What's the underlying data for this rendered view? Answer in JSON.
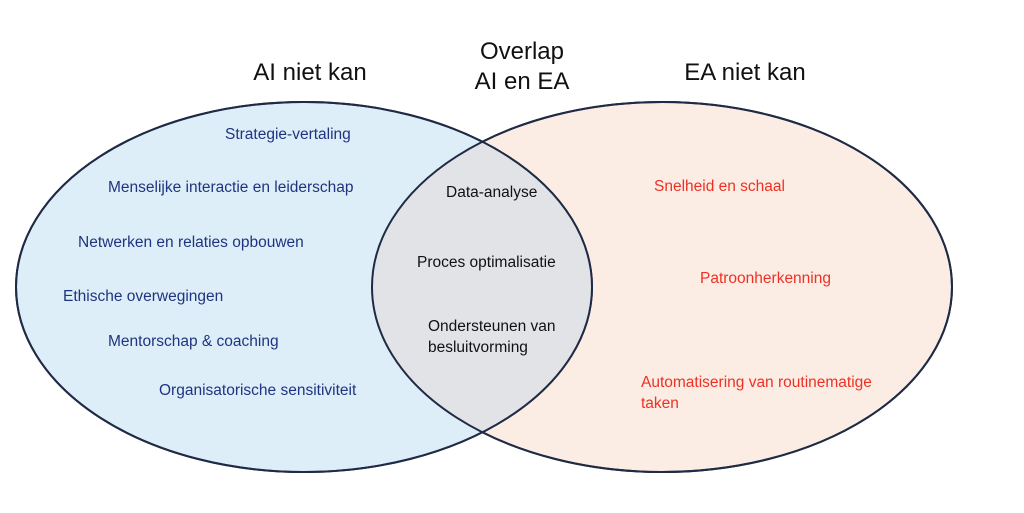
{
  "headings": {
    "left": "AI niet kan",
    "center_line1": "Overlap",
    "center_line2": "AI en EA",
    "right": "EA niet kan"
  },
  "left_items": [
    "Strategie-vertaling",
    "Menselijke interactie en leiderschap",
    "Netwerken en relaties opbouwen",
    "Ethische overwegingen",
    "Mentorschap & coaching",
    "Organisatorische sensitiviteit"
  ],
  "overlap_items": [
    "Data-analyse",
    "Proces optimalisatie",
    "Ondersteunen van besluitvorming"
  ],
  "right_items": [
    "Snelheid en schaal",
    "Patroonherkenning",
    "Automatisering van routinematige taken"
  ],
  "colors": {
    "left_fill": "#ddeef8",
    "right_fill": "#fbece4",
    "overlap_fill": "#e2e3e6",
    "outline": "#1f2a44",
    "left_text": "#1f3480",
    "overlap_text": "#111111",
    "right_text": "#ee3124"
  }
}
